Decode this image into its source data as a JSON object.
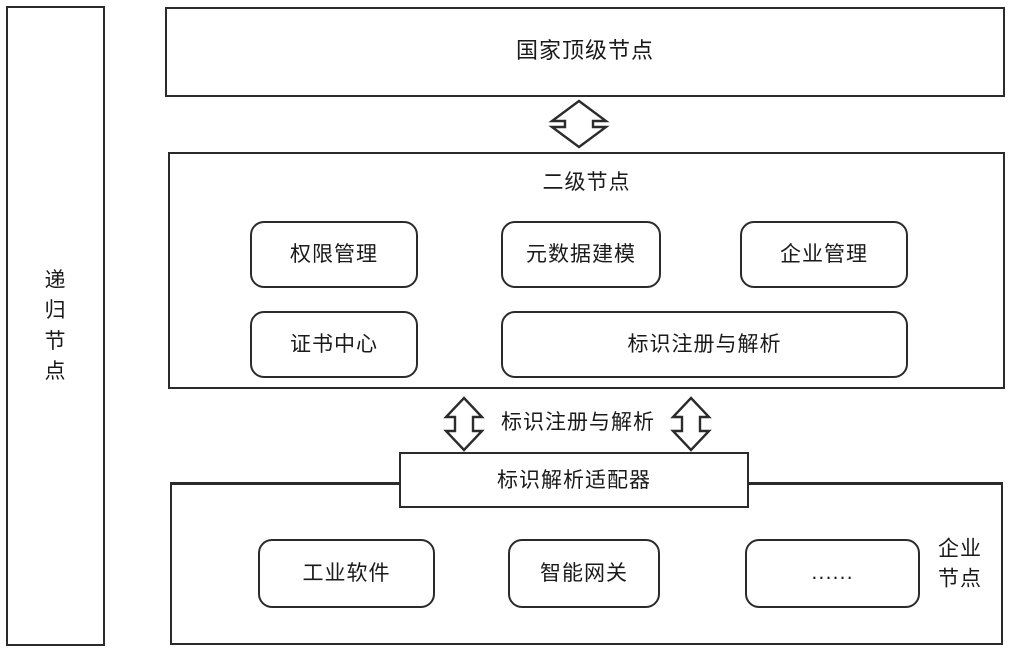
{
  "diagram": {
    "title_hidden": "",
    "stroke_color": "#2b2b2b",
    "background": "#ffffff",
    "recursive_node": {
      "label_lines": [
        "递",
        "归",
        "节",
        "点"
      ],
      "label": "递归节点"
    },
    "national_node": {
      "label": "国家顶级节点"
    },
    "second_level_node": {
      "title": "二级节点",
      "capabilities_row1": [
        {
          "label": "权限管理"
        },
        {
          "label": "元数据建模"
        },
        {
          "label": "企业管理"
        }
      ],
      "capabilities_row2": [
        {
          "label": "证书中心"
        },
        {
          "label": "标识注册与解析"
        }
      ]
    },
    "connectors": {
      "top_arrow": {
        "name": "double-arrow-vertical",
        "label": ""
      },
      "middle_label": "标识注册与解析",
      "left_arrow": {
        "name": "double-arrow-vertical",
        "label": ""
      },
      "right_arrow": {
        "name": "double-arrow-vertical",
        "label": ""
      }
    },
    "adapter": {
      "label": "标识解析适配器"
    },
    "enterprise_node": {
      "label_lines": [
        "企业",
        "节点"
      ],
      "label": "企业节点",
      "components": [
        {
          "label": "工业软件"
        },
        {
          "label": "智能网关"
        },
        {
          "label": "......"
        }
      ]
    }
  }
}
